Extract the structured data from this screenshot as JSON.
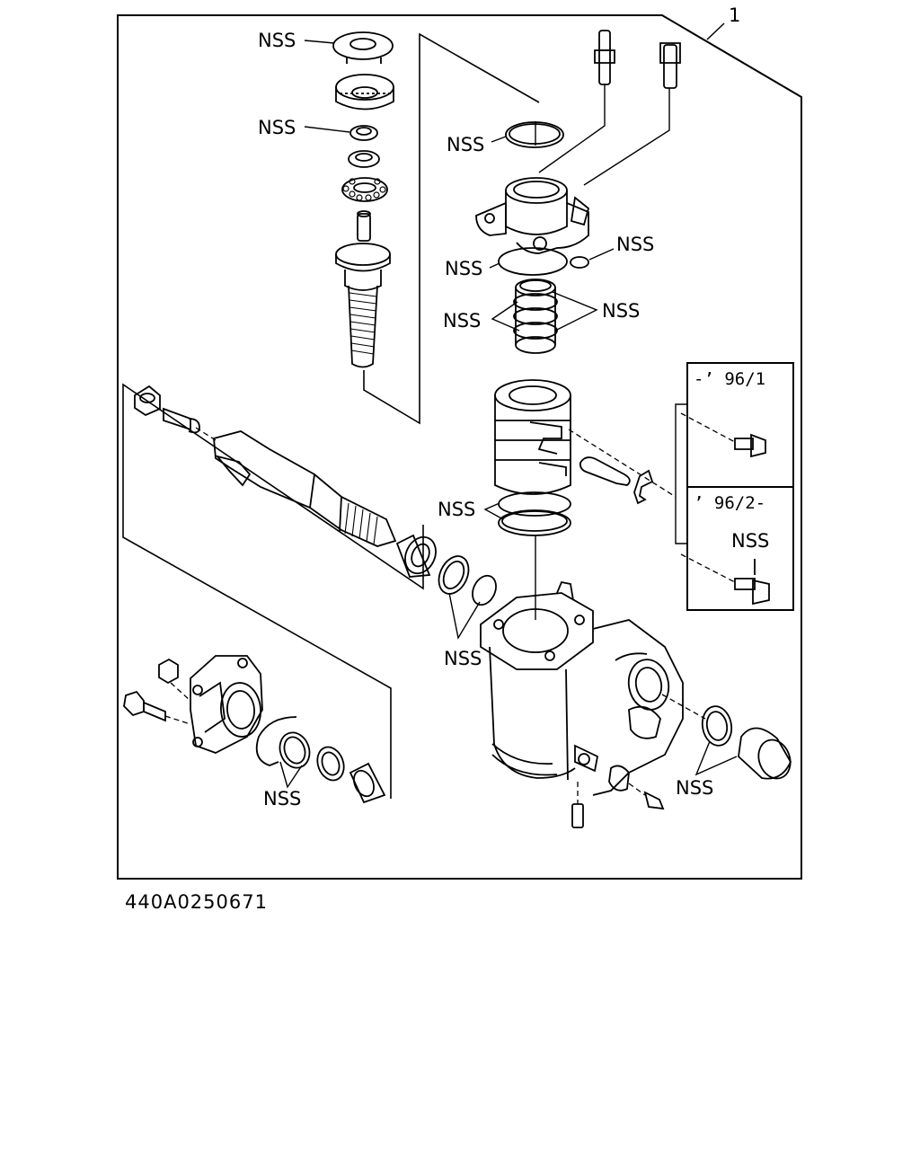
{
  "diagram": {
    "callout_number": "1",
    "part_label": "NSS",
    "drawing_id": "440A0250671",
    "inset_top_label": "-’ 96/1",
    "inset_bottom_label": "’ 96/2-"
  }
}
